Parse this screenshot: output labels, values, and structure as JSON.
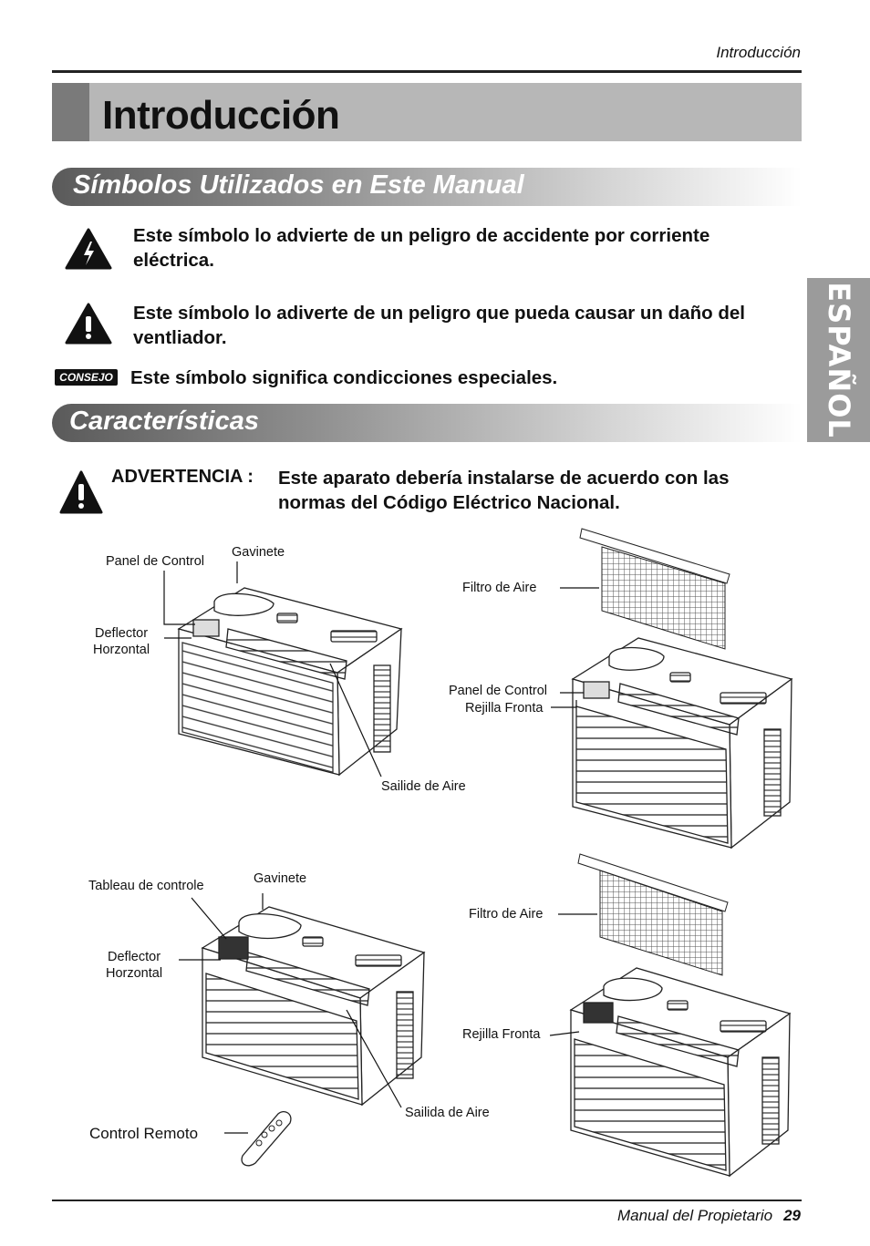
{
  "header": {
    "section": "Introducción"
  },
  "title": "Introducción",
  "side_tab": "ESPAÑOL",
  "symbols_section": {
    "heading": "Símbolos Utilizados en Este Manual",
    "items": [
      {
        "icon": "electric-warning-icon",
        "text": "Este símbolo lo advierte de un peligro de accidente por corriente eléctrica."
      },
      {
        "icon": "warning-icon",
        "text": "Este símbolo lo adiverte de un peligro que pueda causar un daño del ventliador."
      },
      {
        "icon": "consejo-badge",
        "badge": "CONSEJO",
        "text": "Este símbolo significa condicciones especiales."
      }
    ]
  },
  "features_section": {
    "heading": "Características",
    "warning_label": "ADVERTENCIA :",
    "warning_text": "Este aparato debería instalarse de acuerdo con las normas del Código Eléctrico Nacional."
  },
  "diagram1": {
    "labels": {
      "control_panel": "Panel de Control",
      "cabinet": "Gavinete",
      "deflector": "Deflector\nHorzontal",
      "air_outlet": "Sailide de Aire",
      "air_filter": "Filtro de Aire",
      "control_panel_2": "Panel de Control",
      "front_grille": "Rejilla Fronta"
    }
  },
  "diagram2": {
    "labels": {
      "control_board": "Tableau de controle",
      "cabinet": "Gavinete",
      "deflector": "Deflector\nHorzontal",
      "air_outlet": "Sailida de Aire",
      "remote": "Control Remoto",
      "air_filter": "Filtro de Aire",
      "front_grille": "Rejilla Fronta"
    }
  },
  "footer": {
    "manual": "Manual del Propietario",
    "page": "29"
  }
}
